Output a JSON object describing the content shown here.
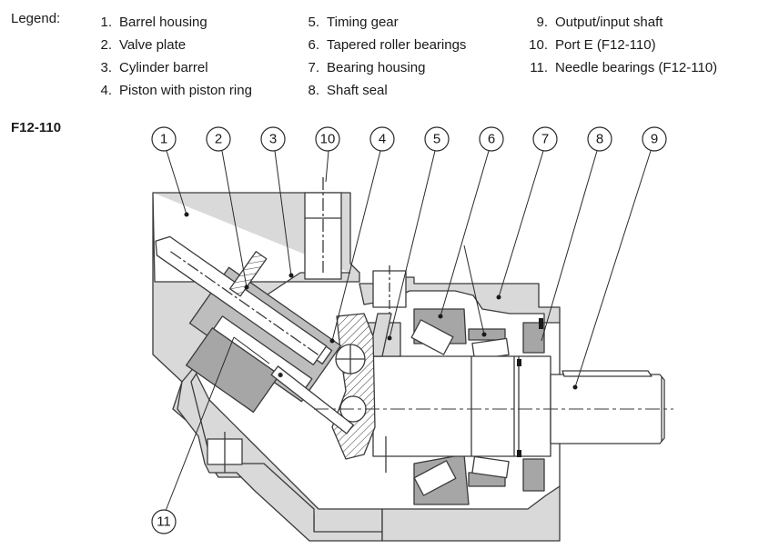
{
  "legend": {
    "label": "Legend:",
    "columns": [
      [
        {
          "num": "1.",
          "text": "Barrel housing"
        },
        {
          "num": "2.",
          "text": "Valve plate"
        },
        {
          "num": "3.",
          "text": "Cylinder barrel"
        },
        {
          "num": "4.",
          "text": "Piston with piston ring"
        }
      ],
      [
        {
          "num": "5.",
          "text": "Timing gear"
        },
        {
          "num": "6.",
          "text": "Tapered roller bearings"
        },
        {
          "num": "7.",
          "text": "Bearing housing"
        },
        {
          "num": "8.",
          "text": "Shaft seal"
        }
      ],
      [
        {
          "num": "9.",
          "text": "Output/input shaft"
        },
        {
          "num": "10.",
          "text": "Port E (F12-110)"
        },
        {
          "num": "11.",
          "text": "Needle bearings (F12-110)"
        }
      ]
    ]
  },
  "model_label": "F12-110",
  "callouts": [
    "1",
    "2",
    "3",
    "10",
    "4",
    "5",
    "6",
    "7",
    "8",
    "9",
    "11"
  ],
  "colors": {
    "housing_fill": "#d9d9d9",
    "part_dark": "#a6a6a6",
    "part_mid": "#bdbdbd",
    "line": "#3a3a3a",
    "seal": "#1a1a1a"
  }
}
